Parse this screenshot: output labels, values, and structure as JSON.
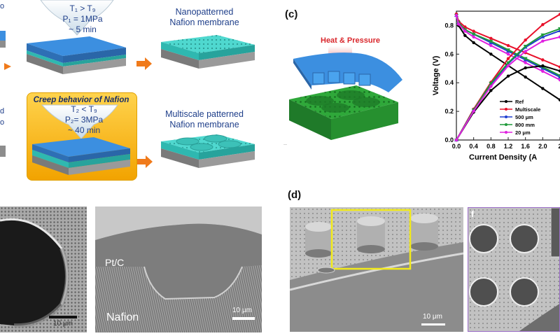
{
  "panel_a": {
    "step1": {
      "temp": "T₁ > T₉",
      "pressure": "P₁ = 1MPa",
      "time": "~ 5 min"
    },
    "step2": {
      "title": "Creep behavior of Nafion",
      "temp": "T₂ < T₉",
      "pressure": "P₂= 3MPa",
      "time": "~ 40 min"
    },
    "result1": [
      "Nanopatterned",
      "Nafion membrane"
    ],
    "result2": [
      "Multiscale patterned",
      "Nafion membrane"
    ]
  },
  "panel_b": {
    "scale1": "10 μm",
    "label_ptc": "Pt/C",
    "label_nafion": "Nafion",
    "scale2": "10 μm"
  },
  "panel_c": {
    "letter": "(c)",
    "arrow_label": "Heat & Pressure",
    "chart": {
      "ylabel": "Voltage (V)",
      "xlabel": "Current Density (A",
      "yticks": [
        "0.0",
        "0.2",
        "0.4",
        "0.6",
        "0.8"
      ],
      "xticks": [
        "0.0",
        "0.4",
        "0.8",
        "1.2",
        "1.6",
        "2.0",
        "2"
      ],
      "legend": [
        "Ref",
        "Multiscale",
        "500 μm",
        "800 mm",
        "20 μm"
      ]
    }
  },
  "panel_d": {
    "letter": "(d)",
    "scale": "10 μm",
    "sub_label": "f"
  },
  "colors": {
    "membrane_blue": "#3c8fe0",
    "nafion_cyan": "#4fd8cf",
    "substrate_grey": "#8d8d8d",
    "creep_box": "#f4b400",
    "arrow_orange": "#f07a1a",
    "ref": "#000000",
    "multiscale": "#e8102a",
    "s500": "#1f3fd0",
    "s800": "#1f9a3a",
    "s20": "#e020e0"
  },
  "chart_data": {
    "type": "line",
    "xlabel": "Current Density (A",
    "ylabel": "Voltage (V)",
    "xlim": [
      0,
      2.4
    ],
    "ylim": [
      0,
      0.9
    ],
    "legend_position": "bottom-left",
    "series": [
      {
        "name": "Ref",
        "kind": "polarization",
        "x": [
          0,
          0.05,
          0.2,
          0.4,
          0.8,
          1.2,
          1.6,
          2.0,
          2.4
        ],
        "y": [
          0.88,
          0.8,
          0.73,
          0.68,
          0.6,
          0.52,
          0.44,
          0.36,
          0.28
        ]
      },
      {
        "name": "Multiscale",
        "kind": "polarization",
        "x": [
          0,
          0.05,
          0.2,
          0.4,
          0.8,
          1.2,
          1.6,
          2.0,
          2.4
        ],
        "y": [
          0.88,
          0.83,
          0.79,
          0.76,
          0.71,
          0.66,
          0.61,
          0.56,
          0.51
        ]
      },
      {
        "name": "500 μm",
        "kind": "polarization",
        "x": [
          0,
          0.05,
          0.2,
          0.4,
          0.8,
          1.2,
          1.6,
          2.0,
          2.4
        ],
        "y": [
          0.87,
          0.82,
          0.77,
          0.74,
          0.68,
          0.62,
          0.56,
          0.5,
          0.44
        ]
      },
      {
        "name": "800 mm",
        "kind": "polarization",
        "x": [
          0,
          0.05,
          0.2,
          0.4,
          0.8,
          1.2,
          1.6,
          2.0,
          2.4
        ],
        "y": [
          0.87,
          0.82,
          0.77,
          0.74,
          0.69,
          0.63,
          0.57,
          0.51,
          0.45
        ]
      },
      {
        "name": "20 μm",
        "kind": "polarization",
        "x": [
          0,
          0.05,
          0.2,
          0.4,
          0.8,
          1.2,
          1.6,
          2.0,
          2.4
        ],
        "y": [
          0.87,
          0.81,
          0.76,
          0.72,
          0.66,
          0.6,
          0.54,
          0.48,
          0.42
        ]
      },
      {
        "name": "Ref",
        "kind": "power",
        "x": [
          0,
          0.4,
          0.8,
          1.2,
          1.6,
          2.0,
          2.4
        ],
        "y": [
          0,
          0.27,
          0.48,
          0.62,
          0.7,
          0.72,
          0.67
        ]
      },
      {
        "name": "Multiscale",
        "kind": "power",
        "x": [
          0,
          0.4,
          0.8,
          1.2,
          1.6,
          2.0,
          2.4
        ],
        "y": [
          0,
          0.3,
          0.56,
          0.79,
          0.97,
          1.12,
          1.22
        ]
      },
      {
        "name": "500 μm",
        "kind": "power",
        "x": [
          0,
          0.4,
          0.8,
          1.2,
          1.6,
          2.0,
          2.4
        ],
        "y": [
          0,
          0.29,
          0.54,
          0.74,
          0.9,
          1.0,
          1.06
        ]
      },
      {
        "name": "800 mm",
        "kind": "power",
        "x": [
          0,
          0.4,
          0.8,
          1.2,
          1.6,
          2.0,
          2.4
        ],
        "y": [
          0,
          0.29,
          0.55,
          0.75,
          0.91,
          1.02,
          1.08
        ]
      },
      {
        "name": "20 μm",
        "kind": "power",
        "x": [
          0,
          0.4,
          0.8,
          1.2,
          1.6,
          2.0,
          2.4
        ],
        "y": [
          0,
          0.28,
          0.52,
          0.72,
          0.86,
          0.96,
          1.0
        ]
      }
    ]
  }
}
